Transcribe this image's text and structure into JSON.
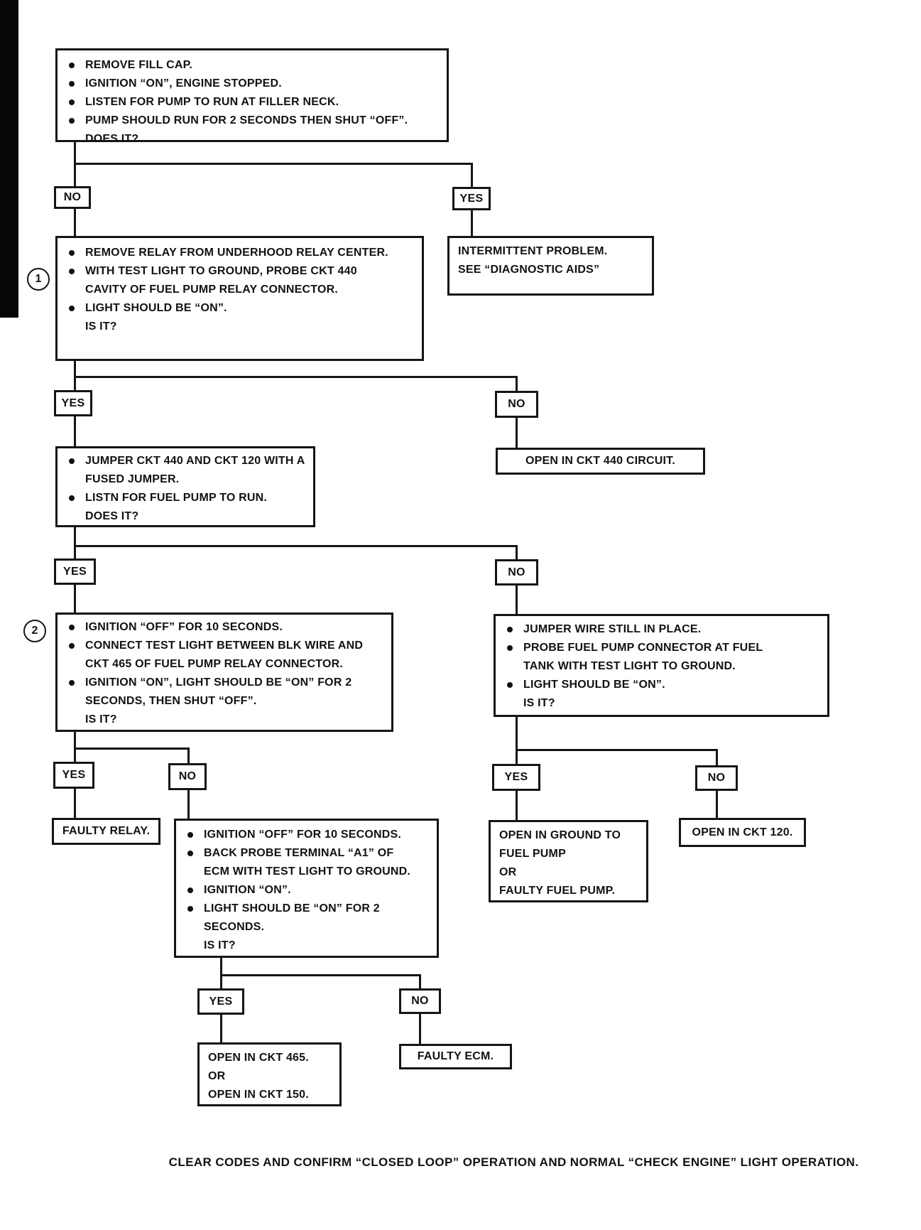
{
  "labels": {
    "yes": "YES",
    "no": "NO"
  },
  "markers": {
    "m1": "1",
    "m2": "2"
  },
  "boxes": {
    "step1": {
      "rows": [
        {
          "t": "REMOVE FILL CAP.",
          "b": 1
        },
        {
          "t": "IGNITION “ON”, ENGINE STOPPED.",
          "b": 1
        },
        {
          "t": "LISTEN FOR PUMP TO RUN AT FILLER NECK.",
          "b": 1
        },
        {
          "t": "PUMP SHOULD RUN FOR 2 SECONDS THEN SHUT “OFF”.",
          "b": 1
        },
        {
          "t": "DOES IT?",
          "b": 0
        }
      ]
    },
    "step2": {
      "rows": [
        {
          "t": "REMOVE RELAY FROM UNDERHOOD RELAY CENTER.",
          "b": 1
        },
        {
          "t": "WITH TEST LIGHT TO GROUND, PROBE CKT 440",
          "b": 1
        },
        {
          "t": "CAVITY OF FUEL PUMP RELAY CONNECTOR.",
          "b": 0
        },
        {
          "t": "LIGHT SHOULD BE “ON”.",
          "b": 1
        },
        {
          "t": "IS IT?",
          "b": 0
        }
      ]
    },
    "intermittent": {
      "rows": [
        {
          "t": "INTERMITTENT PROBLEM.",
          "b": 0
        },
        {
          "t": "SEE “DIAGNOSTIC AIDS”",
          "b": 0
        }
      ]
    },
    "openCkt440": {
      "text": "OPEN IN CKT 440 CIRCUIT."
    },
    "step3": {
      "rows": [
        {
          "t": "JUMPER CKT 440 AND CKT 120 WITH A",
          "b": 1
        },
        {
          "t": "FUSED JUMPER.",
          "b": 0
        },
        {
          "t": "LISTN FOR FUEL PUMP TO RUN.",
          "b": 1
        },
        {
          "t": "DOES IT?",
          "b": 0
        }
      ]
    },
    "step4": {
      "rows": [
        {
          "t": "IGNITION “OFF” FOR 10 SECONDS.",
          "b": 1
        },
        {
          "t": "CONNECT TEST LIGHT BETWEEN BLK WIRE AND",
          "b": 1
        },
        {
          "t": "CKT 465 OF FUEL PUMP RELAY CONNECTOR.",
          "b": 0
        },
        {
          "t": "IGNITION “ON”, LIGHT SHOULD BE “ON” FOR 2",
          "b": 1
        },
        {
          "t": "SECONDS, THEN SHUT “OFF”.",
          "b": 0
        },
        {
          "t": "IS IT?",
          "b": 0
        }
      ]
    },
    "step5": {
      "rows": [
        {
          "t": "JUMPER WIRE STILL IN PLACE.",
          "b": 1
        },
        {
          "t": "PROBE FUEL PUMP CONNECTOR AT FUEL",
          "b": 1
        },
        {
          "t": "TANK WITH TEST LIGHT TO GROUND.",
          "b": 0
        },
        {
          "t": "LIGHT SHOULD BE “ON”.",
          "b": 1
        },
        {
          "t": "IS IT?",
          "b": 0
        }
      ]
    },
    "faultyRelay": {
      "text": "FAULTY RELAY."
    },
    "step6": {
      "rows": [
        {
          "t": "IGNITION “OFF” FOR 10 SECONDS.",
          "b": 1
        },
        {
          "t": "BACK PROBE TERMINAL “A1” OF",
          "b": 1
        },
        {
          "t": "ECM WITH TEST LIGHT TO GROUND.",
          "b": 0
        },
        {
          "t": "IGNITION “ON”.",
          "b": 1
        },
        {
          "t": "LIGHT SHOULD BE “ON” FOR 2",
          "b": 1
        },
        {
          "t": "SECONDS.",
          "b": 0
        },
        {
          "t": "IS IT?",
          "b": 0
        }
      ]
    },
    "openGround": {
      "rows": [
        {
          "t": "OPEN IN GROUND TO",
          "b": 0
        },
        {
          "t": "FUEL PUMP",
          "b": 0
        },
        {
          "t": "OR",
          "b": 0
        },
        {
          "t": "FAULTY FUEL PUMP.",
          "b": 0
        }
      ]
    },
    "openCkt120": {
      "text": "OPEN IN CKT 120."
    },
    "openCkt465": {
      "rows": [
        {
          "t": "OPEN IN CKT 465.",
          "b": 0
        },
        {
          "t": "OR",
          "b": 0
        },
        {
          "t": "OPEN IN CKT 150.",
          "b": 0
        }
      ]
    },
    "faultyEcm": {
      "text": "FAULTY ECM."
    }
  },
  "footer": "CLEAR CODES AND CONFIRM “CLOSED LOOP” OPERATION AND NORMAL “CHECK ENGINE” LIGHT OPERATION."
}
